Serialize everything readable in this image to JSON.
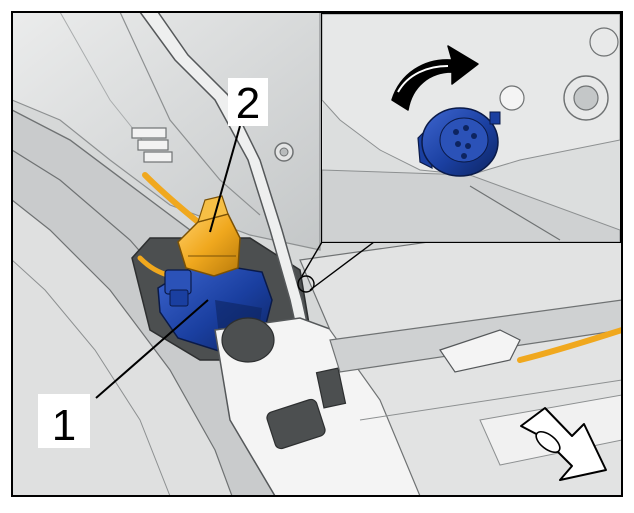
{
  "callouts": [
    {
      "id": "1",
      "text": "1",
      "part": "blue-connector"
    },
    {
      "id": "2",
      "text": "2",
      "part": "yellow-connector-lock"
    }
  ],
  "colors": {
    "background": "#ffffff",
    "frame": "#000000",
    "metal": "#d6d8d8",
    "metal_dark": "#a9acad",
    "metal_light": "#ebecec",
    "connector_blue": "#1a3fa0",
    "connector_blue_dark": "#0d2460",
    "lock_yellow": "#f0a81e",
    "lock_yellow_dark": "#b87a0a"
  },
  "icons": [
    "rotate-arrow-icon",
    "direction-of-travel-icon"
  ]
}
